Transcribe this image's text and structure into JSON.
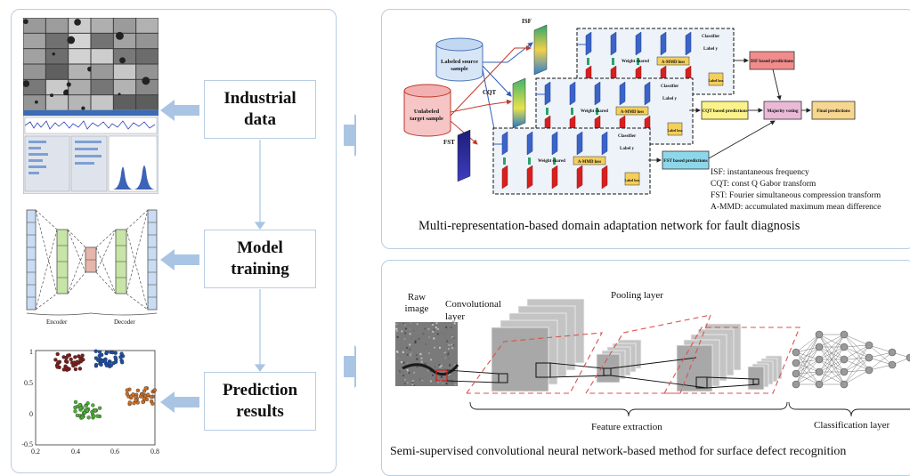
{
  "stages": {
    "industrial": {
      "line1": "Industrial",
      "line2": "data"
    },
    "model": {
      "line1": "Model",
      "line2": "training"
    },
    "prediction": {
      "line1": "Prediction",
      "line2": "results"
    }
  },
  "autoencoder": {
    "encoder_label": "Encoder",
    "decoder_label": "Decoder"
  },
  "scatter": {
    "y_ticks": [
      "1",
      "0.5",
      "0",
      "-0.5"
    ],
    "x_ticks": [
      "0.2",
      "0.4",
      "0.6",
      "0.8"
    ],
    "clusters": [
      {
        "color": "#7a1e1e",
        "center": [
          0.37,
          0.82
        ]
      },
      {
        "color": "#1f4fa3",
        "center": [
          0.57,
          0.87
        ]
      },
      {
        "color": "#c8702a",
        "center": [
          0.73,
          0.28
        ]
      },
      {
        "color": "#4fae3a",
        "center": [
          0.46,
          0.06
        ]
      }
    ]
  },
  "domain_adaptation": {
    "caption": "Multi-representation-based domain adaptation network for fault diagnosis",
    "isf_tag": "ISF",
    "cqt_tag": "CQT",
    "fst_tag": "FST",
    "labeled_source": "Labeled source sample",
    "unlabeled_target": "Unlabeled target sample",
    "classifier": "Classifier",
    "label_y": "Label y",
    "label_loss": "Label loss",
    "weight_shared": "Weight shared",
    "ammd_loss": "A-MMD loss",
    "isf_pred": "ISF based predictions",
    "cqt_pred": "CQT based predictions",
    "fst_pred": "FST based predictions",
    "majority": "Majority voting",
    "final": "Final predictions",
    "legend": [
      "ISF: instantaneous frequency",
      "CQT: const Q Gabor transform",
      "FST: Fourier simultaneous compression transform",
      "A-MMD: accumulated maximum mean difference"
    ]
  },
  "cnn": {
    "caption": "Semi-supervised convolutional neural network-based method for surface defect recognition",
    "raw_image": "Raw image",
    "conv_layer": "Convolutional layer",
    "pool_layer": "Pooling layer",
    "feature_extraction": "Feature extraction",
    "classification_layer": "Classification layer"
  },
  "colors": {
    "panel_border": "#b9cde3",
    "arrow": "#a9c5e3",
    "encoder_green": "#c6e5a7",
    "code_pink": "#e7b5ab",
    "input_blue": "#c9dcf3"
  }
}
